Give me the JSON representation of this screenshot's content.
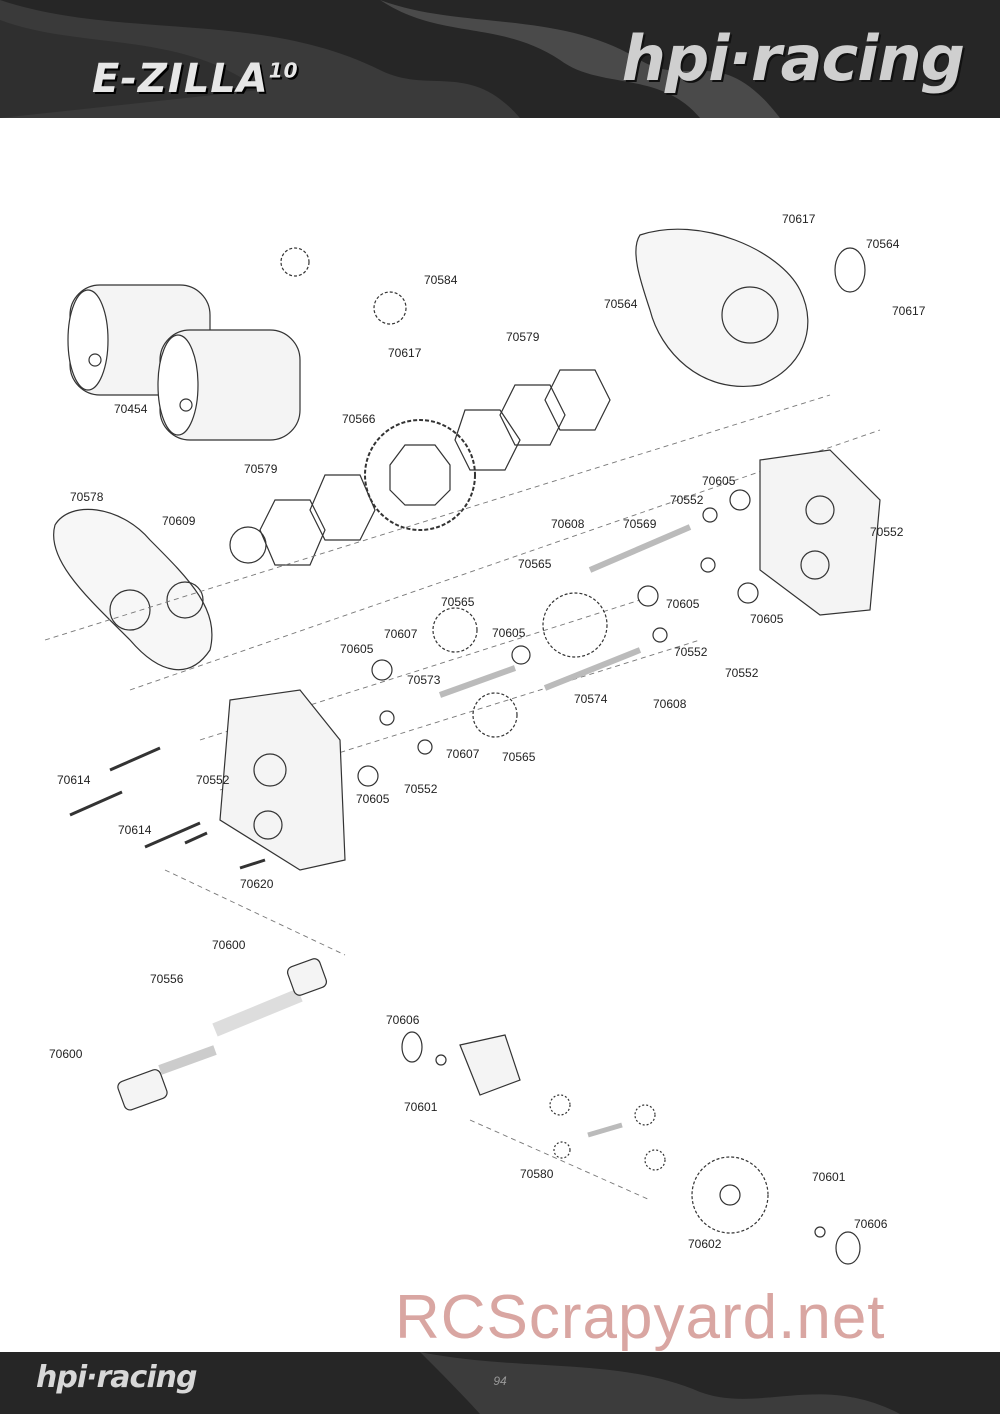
{
  "header": {
    "product_logo": "E-ZILLA",
    "product_logo_sup": "10",
    "brand": "hpi·racing"
  },
  "footer": {
    "brand": "hpi·racing",
    "page_number": "94"
  },
  "watermark": "RCScrapyard.net",
  "part_labels": [
    "70617",
    "70564",
    "70564",
    "70617",
    "70584",
    "70617",
    "70454",
    "70579",
    "70566",
    "70579",
    "70578",
    "70609",
    "70608",
    "70569",
    "70552",
    "70605",
    "70552",
    "70565",
    "70565",
    "70605",
    "70605",
    "70607",
    "70605",
    "70552",
    "70605",
    "70552",
    "70573",
    "70574",
    "70608",
    "70614",
    "70552",
    "70607",
    "70565",
    "70605",
    "70552",
    "70614",
    "70620",
    "70600",
    "70556",
    "70600",
    "70606",
    "70601",
    "70580",
    "70601",
    "70606",
    "70602"
  ]
}
